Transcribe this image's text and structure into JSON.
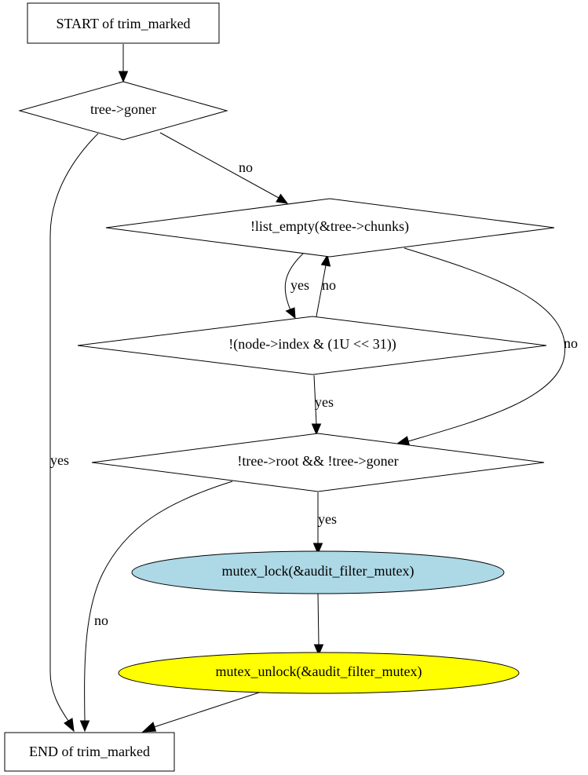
{
  "nodes": {
    "start": {
      "label": "START of trim_marked"
    },
    "cond_goner": {
      "label": "tree->goner"
    },
    "cond_list_empty": {
      "label": "!list_empty(&tree->chunks)"
    },
    "cond_index": {
      "label": "!(node->index & (1U << 31))"
    },
    "cond_root": {
      "label": "!tree->root && !tree->goner"
    },
    "mutex_lock": {
      "label": "mutex_lock(&audit_filter_mutex)",
      "fill": "#add8e6"
    },
    "mutex_unlock": {
      "label": "mutex_unlock(&audit_filter_mutex)",
      "fill": "#ffff00"
    },
    "end": {
      "label": "END of trim_marked"
    }
  },
  "edges": {
    "goner_no": {
      "label": "no"
    },
    "goner_yes": {
      "label": "yes"
    },
    "list_yes": {
      "label": "yes"
    },
    "index_no": {
      "label": "no"
    },
    "list_no": {
      "label": "no"
    },
    "index_yes": {
      "label": "yes"
    },
    "root_yes": {
      "label": "yes"
    },
    "root_no": {
      "label": "no"
    }
  }
}
